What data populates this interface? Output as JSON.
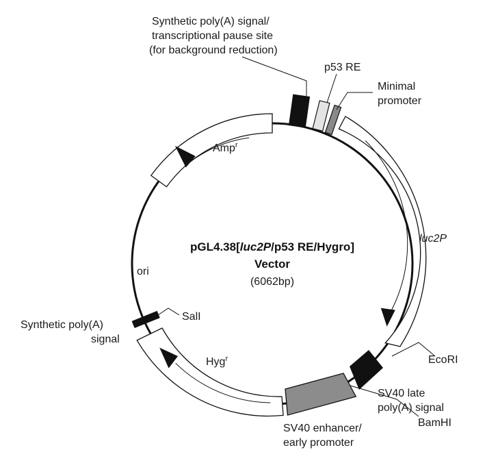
{
  "vector": {
    "name_prefix": "pGL4.38[",
    "name_gene": "luc2P",
    "name_suffix": "/p53 RE/Hygro]",
    "name_line2": "Vector",
    "size": "(6062bp)"
  },
  "features": {
    "polyA_pause_line1": "Synthetic poly(A) signal/",
    "polyA_pause_line2": "transcriptional pause site",
    "polyA_pause_line3": "(for background reduction)",
    "p53_re": "p53 RE",
    "minimal_promoter_line1": "Minimal",
    "minimal_promoter_line2": "promoter",
    "luc2p": "luc2P",
    "ecori": "EcoRI",
    "sv40_late_line1": "SV40 late",
    "sv40_late_line2": "poly(A) signal",
    "bamhi": "BamHI",
    "sv40_enh_line1": "SV40 enhancer/",
    "sv40_enh_line2": "early promoter",
    "hyg_base": "Hyg",
    "hyg_sup": "r",
    "sali": "SalI",
    "synth_polyA_line1": "Synthetic poly(A)",
    "synth_polyA_line2": "signal",
    "ori": "ori",
    "amp_base": "Amp",
    "amp_sup": "r"
  },
  "colors": {
    "black_block": "#111111",
    "p53_fill": "#e4e4e4",
    "minimal_promoter_fill": "#8a8a8a",
    "sv40_enhancer_fill": "#8c8c8c",
    "outline": "#111111"
  }
}
